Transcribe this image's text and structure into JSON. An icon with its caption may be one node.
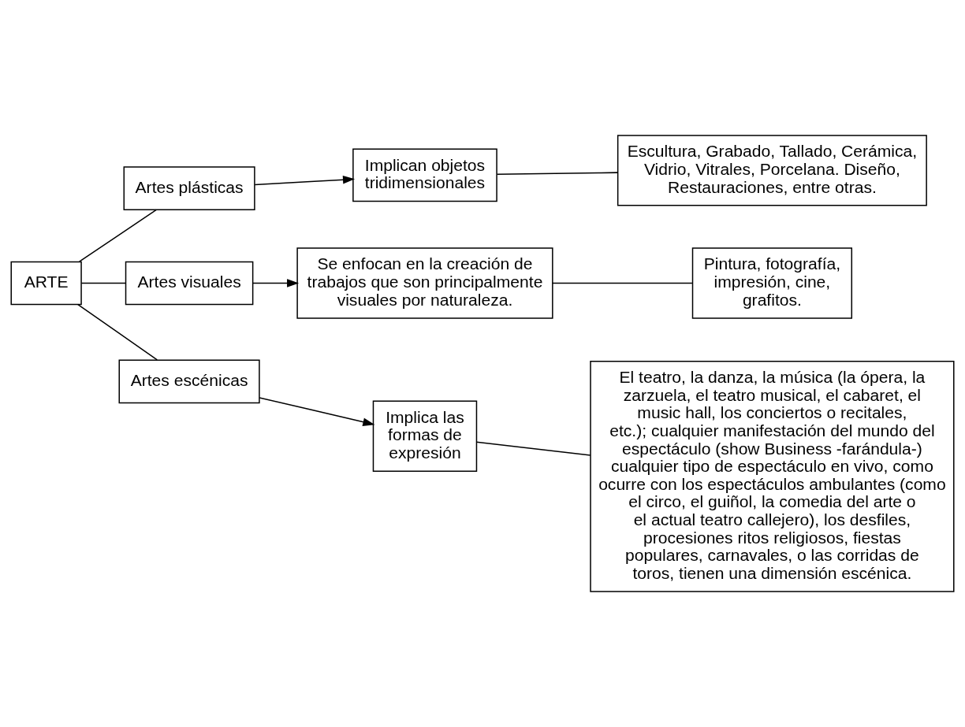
{
  "diagram": {
    "nodes": [
      {
        "text": [
          "ARTE"
        ]
      },
      {
        "text": [
          "Artes plásticas"
        ]
      },
      {
        "text": [
          "Implican objetos tridimensionales"
        ]
      },
      {
        "text": [
          "Escultura, Grabado, Tallado, Cerámica, Vidrio, Vitrales, Porcelana. Diseño, Restauraciones, entre otras."
        ]
      },
      {
        "text": [
          "Artes visuales"
        ]
      },
      {
        "text": [
          "Se enfocan en la creación de trabajos que son principalmente visuales por naturaleza."
        ]
      },
      {
        "text": [
          "Pintura, fotografía, impresión, cine, grafitos."
        ]
      },
      {
        "text": [
          "Artes escénicas"
        ]
      },
      {
        "text": [
          "Implica las formas de expresión"
        ]
      },
      {
        "text": [
          "El teatro, la danza, la música (la ópera, la zarzuela, el teatro musical, el cabaret, el music hall, los conciertos o recitales, etc.); cualquier manifestación del mundo del espectáculo (show Business -farándula-) cualquier tipo de espectáculo en vivo, como ocurre con los espectáculos ambulantes (como el circo, el guiñol, la comedia del arte o el actual teatro callejero), los desfiles, procesiones ritos religiosos, fiestas populares, carnavales, o las corridas de toros, tienen una dimensión escénica."
        ]
      }
    ],
    "edges": [
      {
        "from": 0,
        "to": 1,
        "arrow": "none"
      },
      {
        "from": 0,
        "to": 4,
        "arrow": "none"
      },
      {
        "from": 0,
        "to": 7,
        "arrow": "none"
      },
      {
        "from": 1,
        "to": 2,
        "arrow": "to"
      },
      {
        "from": 2,
        "to": 3,
        "arrow": "none"
      },
      {
        "from": 4,
        "to": 5,
        "arrow": "to"
      },
      {
        "from": 5,
        "to": 6,
        "arrow": "none"
      },
      {
        "from": 7,
        "to": 8,
        "arrow": "to"
      },
      {
        "from": 8,
        "to": 9,
        "arrow": "none"
      }
    ]
  }
}
